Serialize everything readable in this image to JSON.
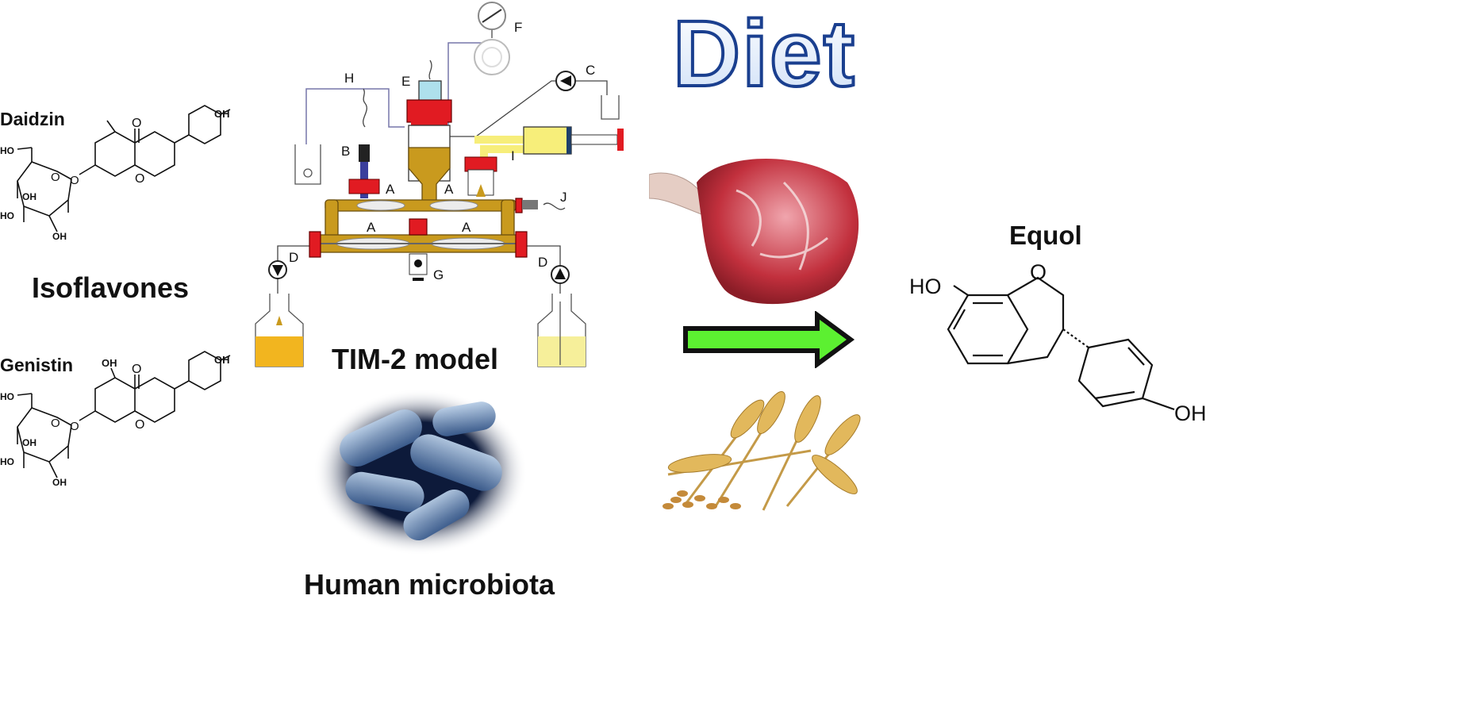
{
  "title": "Diet",
  "labels": {
    "isoflavones": "Isoflavones",
    "tim2": "TIM-2 model",
    "microbiota": "Human microbiota",
    "equol": "Equol"
  },
  "compounds": {
    "daidzin": {
      "name": "Daidzin",
      "groups": {
        "oh_top": "OH",
        "ho_left": "HO",
        "oh_ring": "OH",
        "ho_bottom": "HO",
        "oh_bottom": "OH",
        "o_carbonyl": "O",
        "o_ring": "O",
        "o_link": "O",
        "o_sugar": "O"
      }
    },
    "genistin": {
      "name": "Genistin",
      "groups": {
        "oh_top": "OH",
        "oh_5": "OH",
        "ho_left": "HO",
        "oh_ring": "OH",
        "ho_bottom": "HO",
        "oh_bottom": "OH",
        "o_carbonyl": "O",
        "o_ring": "O",
        "o_link": "O",
        "o_sugar": "O"
      }
    },
    "equol": {
      "groups": {
        "ho": "HO",
        "oh": "OH",
        "o_ring": "O"
      }
    }
  },
  "apparatus": {
    "parts": {
      "A1": "A",
      "A2": "A",
      "A3": "A",
      "A4": "A",
      "B": "B",
      "C": "C",
      "D1": "D",
      "D2": "D",
      "E": "E",
      "F": "F",
      "G": "G",
      "H": "H",
      "I": "I",
      "J": "J"
    }
  },
  "colors": {
    "title_fill": "#ffffff",
    "title_stroke": "#1a3f8f",
    "arrow_fill": "#5cf031",
    "reactor_gold": "#c99a1e",
    "clamp_red": "#e11b22",
    "bottle_amber": "#f2b51f",
    "bottle_pale": "#f6ef9a",
    "syringe_yellow": "#f7ee7a"
  },
  "icons": {
    "meat": "beef-steak-photo",
    "wheat": "wheat-grain-photo",
    "bacteria": "bacteria-photo"
  }
}
